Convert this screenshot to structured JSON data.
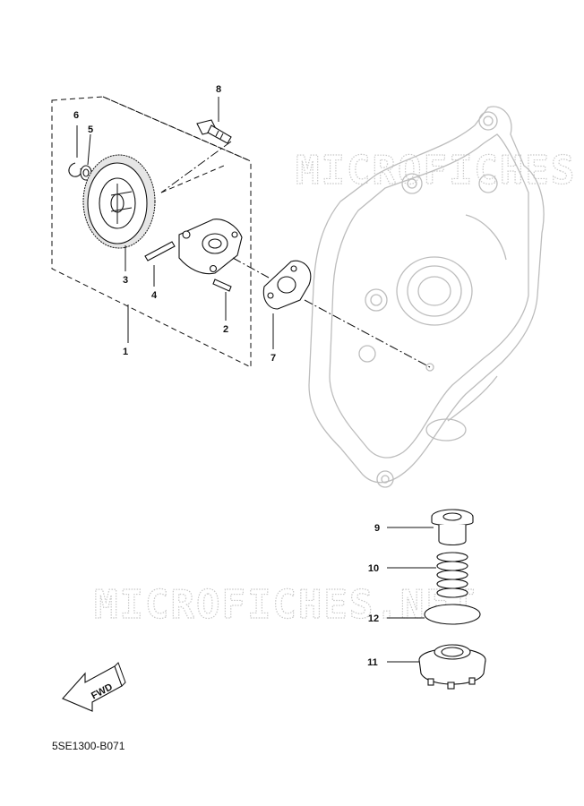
{
  "watermark": {
    "top": "MICROFICHES.NET",
    "middle": "MICROFICHES.NET"
  },
  "callouts": [
    "1",
    "2",
    "3",
    "4",
    "5",
    "6",
    "7",
    "8",
    "9",
    "10",
    "11",
    "12"
  ],
  "fwd_label": "FWD",
  "diagram_code": "5SE1300-B071"
}
